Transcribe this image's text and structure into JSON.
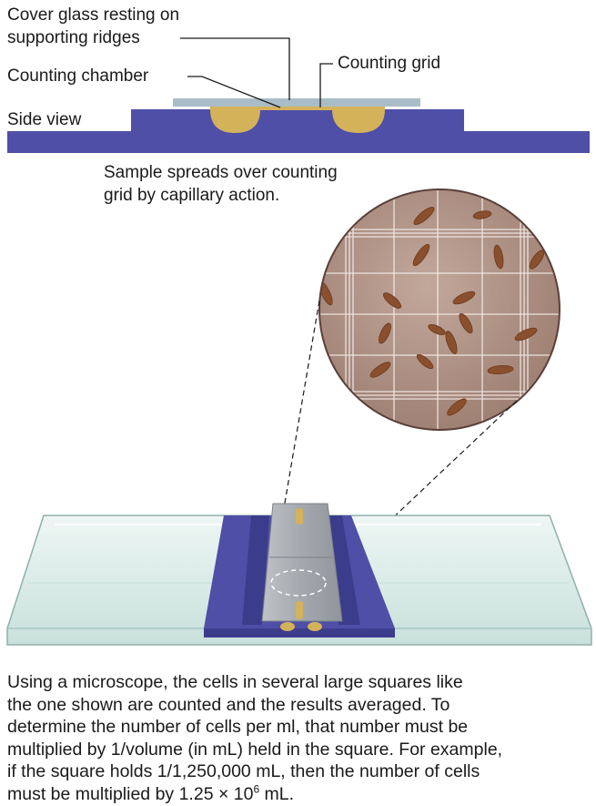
{
  "labels": {
    "cover_glass_1": "Cover glass resting on",
    "cover_glass_2": "supporting ridges",
    "counting_chamber": "Counting chamber",
    "counting_grid": "Counting grid",
    "side_view": "Side view",
    "sample_1": "Sample spreads over counting",
    "sample_2": "grid by capillary action."
  },
  "caption": {
    "line1": "Using a microscope, the cells in several large squares like",
    "line2": "the one shown are counted and the results averaged. To",
    "line3": "determine the number of cells per ml, that number must be",
    "line4": "multiplied by 1/volume (in mL) held in the square. For example,",
    "line5": "if the square holds 1/1,250,000 mL, then the number of cells",
    "line6_pre": "must be multiplied by 1.25 × 10",
    "line6_exp": "6",
    "line6_post": " mL."
  },
  "colors": {
    "chamber_blue": "#4f4fa8",
    "liquid_gold": "#d4b25a",
    "cover_glass": "#a9bdc7",
    "field_brown": "#a78678",
    "cell_brown": "#8a4f2c"
  }
}
